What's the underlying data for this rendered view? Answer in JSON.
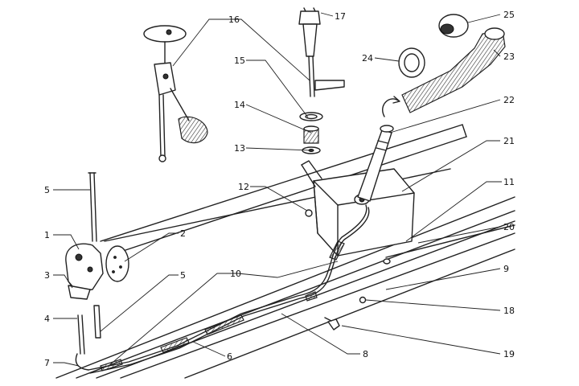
{
  "diagram": {
    "callouts": [
      "1",
      "2",
      "3",
      "4",
      "5",
      "5",
      "6",
      "7",
      "8",
      "9",
      "10",
      "11",
      "12",
      "13",
      "14",
      "15",
      "16",
      "17",
      "18",
      "19",
      "20",
      "21",
      "22",
      "23",
      "24",
      "25"
    ]
  }
}
